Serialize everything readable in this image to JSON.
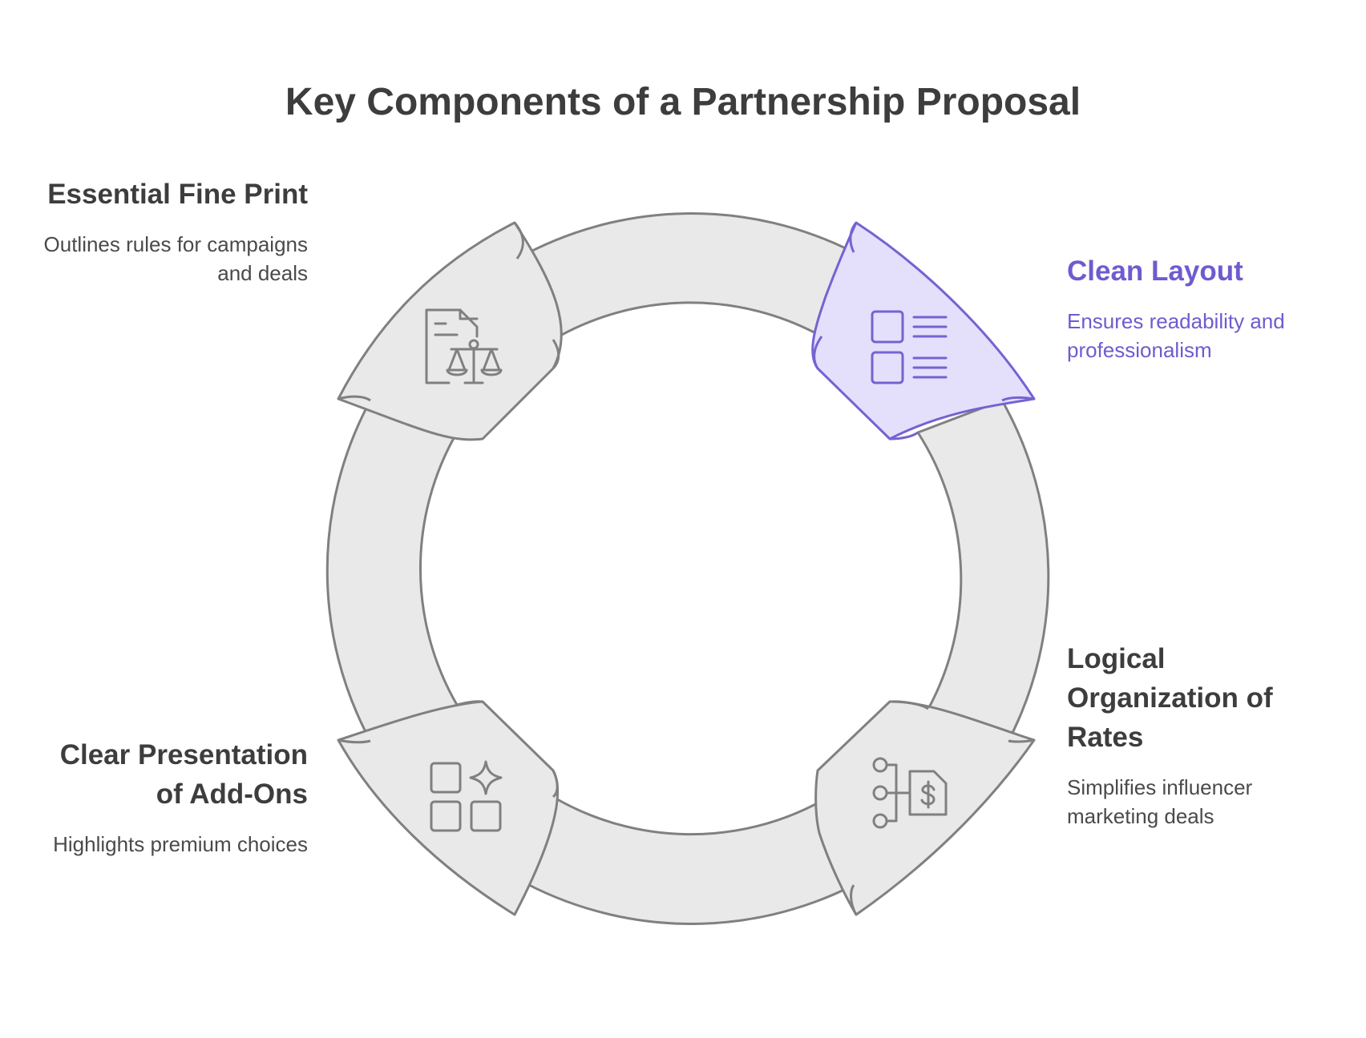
{
  "title": "Key Components of a Partnership Proposal",
  "colors": {
    "segment_fill": "#e9e9e9",
    "segment_stroke": "#808080",
    "highlight_fill": "#e4e0fc",
    "highlight_stroke": "#7563d1",
    "text_dark": "#3d3d3d",
    "text_accent": "#6f5bcf"
  },
  "components": [
    {
      "id": "fine-print",
      "heading": "Essential Fine Print",
      "description": "Outlines rules for campaigns and deals",
      "icon": "legal-document-scales-icon",
      "highlighted": false
    },
    {
      "id": "clean-layout",
      "heading": "Clean Layout",
      "description": "Ensures readability and professionalism",
      "icon": "layout-list-icon",
      "highlighted": true
    },
    {
      "id": "rates",
      "heading": "Logical Organization of Rates",
      "description": "Simplifies influencer marketing deals",
      "icon": "pricing-hierarchy-icon",
      "highlighted": false
    },
    {
      "id": "add-ons",
      "heading": "Clear Presentation of Add-Ons",
      "description": "Highlights premium choices",
      "icon": "add-ons-grid-icon",
      "highlighted": false
    }
  ]
}
